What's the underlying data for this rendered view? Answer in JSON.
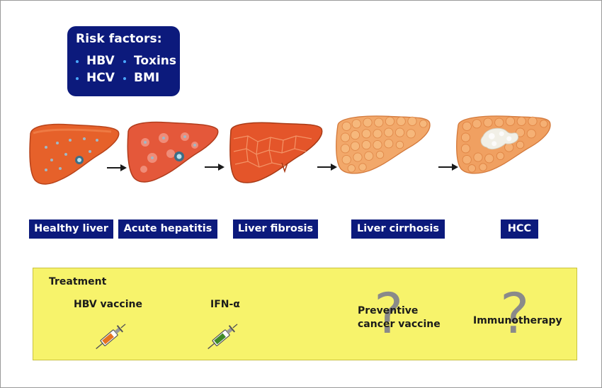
{
  "risk_factors": {
    "title": "Risk factors:",
    "items": [
      "HBV",
      "Toxins",
      "HCV",
      "BMI"
    ]
  },
  "stages": [
    {
      "label": "Healthy liver"
    },
    {
      "label": "Acute hepatitis"
    },
    {
      "label": "Liver fibrosis"
    },
    {
      "label": "Liver cirrhosis"
    },
    {
      "label": "HCC"
    }
  ],
  "treatment": {
    "title": "Treatment",
    "items": [
      {
        "label": "HBV vaccine",
        "icon": "syringe-icon"
      },
      {
        "label": "IFN-α",
        "icon": "syringe-icon"
      },
      {
        "label_lines": [
          "Preventive",
          "cancer vaccine"
        ],
        "icon": "question-mark"
      },
      {
        "label": "Immunotherapy",
        "icon": "question-mark"
      }
    ],
    "unknown_symbol": "?"
  },
  "colors": {
    "label_bg": "#0c1a7c",
    "treatment_bg": "#f7f36b",
    "liver": "#e8622a",
    "nodule": "#f0a15a",
    "tumor": "#f1efe6",
    "syringe_orange": "#e6731f",
    "syringe_green": "#3f8a27"
  }
}
